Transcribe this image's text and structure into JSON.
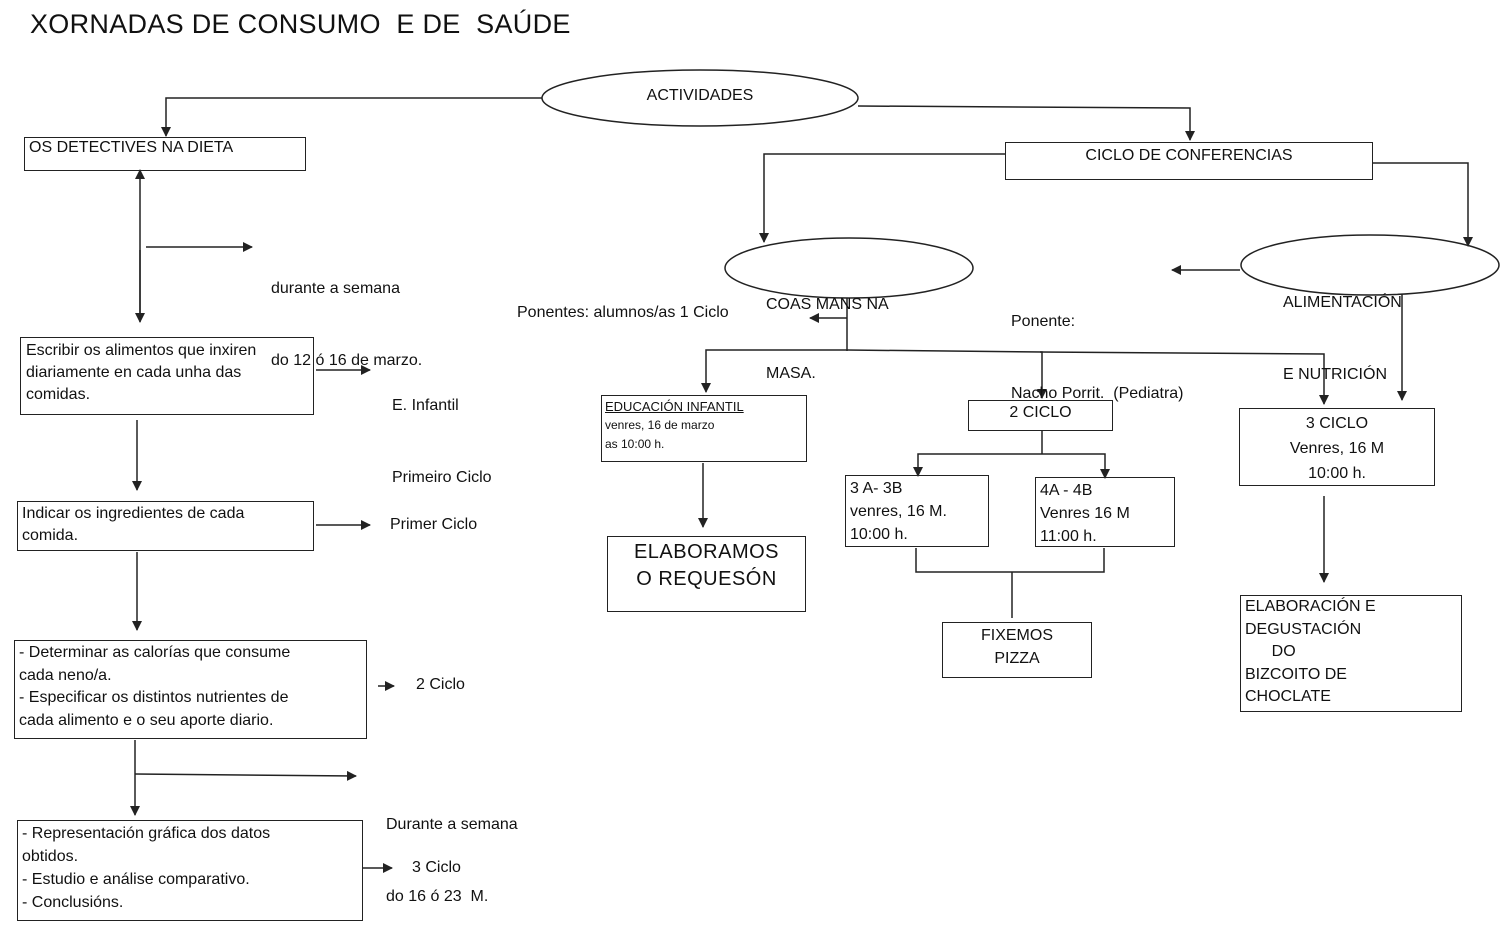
{
  "title": "XORNADAS DE CONSUMO  E DE  SAÚDE",
  "root": {
    "label": "ACTIVIDADES"
  },
  "left_branch": {
    "main": "OS DETECTIVES NA DIETA",
    "timeframe_1": [
      "durante a semana",
      "do 12 ó 16 de marzo."
    ],
    "steps": [
      {
        "lines": [
          "Escribir os alimentos que inxiren",
          "diariamente en cada unha das",
          "comidas."
        ],
        "target": [
          "E. Infantil",
          "Primeiro Ciclo"
        ]
      },
      {
        "lines": [
          "Indicar os ingredientes de cada",
          "comida."
        ],
        "target": [
          "Primer Ciclo"
        ]
      },
      {
        "lines": [
          "- Determinar as calorías que consume",
          "cada neno/a.",
          "- Especificar os distintos nutrientes de",
          "cada alimento e o seu aporte diario."
        ],
        "target": [
          "2 Ciclo"
        ]
      },
      {
        "lines": [
          "- Representación gráfica dos datos",
          "obtidos.",
          "- Estudio e análise comparativo.",
          "- Conclusións."
        ],
        "target": [
          "3 Ciclo"
        ]
      }
    ],
    "timeframe_2": [
      "Durante a semana",
      "do 16 ó 23  M."
    ]
  },
  "right_branch": {
    "main": "CICLO DE CONFERENCIAS",
    "coas_mans": {
      "label": [
        "COAS MANS NA",
        "MASA."
      ],
      "speakers": "Ponentes: alumnos/as 1 Ciclo",
      "infantil": {
        "heading": "EDUCACIÓN INFANTIL",
        "lines": [
          "venres, 16 de marzo",
          "as 10:00 h."
        ]
      },
      "infantil_activity": [
        "ELABORAMOS",
        "O REQUESÓN"
      ],
      "ciclo2": {
        "label": "2 CICLO"
      },
      "group_3": [
        "3 A- 3B",
        "venres, 16 M.",
        "10:00 h."
      ],
      "group_4": [
        "4A - 4B",
        "Venres 16 M",
        "11:00 h."
      ],
      "ciclo2_activity": [
        "FIXEMOS",
        "PIZZA"
      ]
    },
    "alimentacion": {
      "label": [
        "ALIMENTACIÓN",
        "E NUTRICIÓN"
      ],
      "speaker": [
        "Ponente:",
        "Nacho Porrit.  (Pediatra)"
      ],
      "ciclo3": [
        "3 CICLO",
        "Venres, 16 M",
        "10:00 h."
      ],
      "ciclo3_activity": [
        "ELABORACIÓN E",
        "DEGUSTACIÓN",
        "      DO",
        "BIZCOITO DE",
        "CHOCLATE"
      ]
    }
  },
  "colors": {
    "ink": "#222222",
    "background": "#ffffff"
  }
}
